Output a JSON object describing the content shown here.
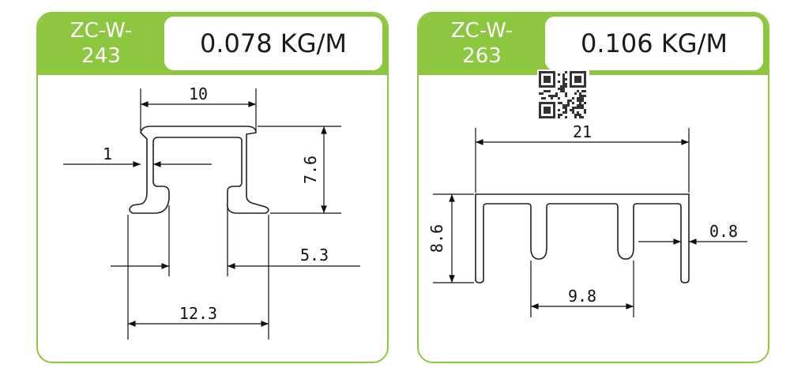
{
  "colors": {
    "accent": "#8dc63f",
    "line": "#111111"
  },
  "products": [
    {
      "code_line1": "ZC-W-",
      "code_line2": "243",
      "weight": "0.078 KG/M",
      "dimensions": {
        "top_width": "10",
        "wall": "1",
        "height": "7.6",
        "slot": "5.3",
        "overall": "12.3"
      }
    },
    {
      "code_line1": "ZC-W-",
      "code_line2": "263",
      "weight": "0.106 KG/M",
      "qr_icon": "qr-code-icon",
      "dimensions": {
        "top_width": "21",
        "height": "8.6",
        "wall": "0.8",
        "channel": "9.8"
      }
    }
  ]
}
